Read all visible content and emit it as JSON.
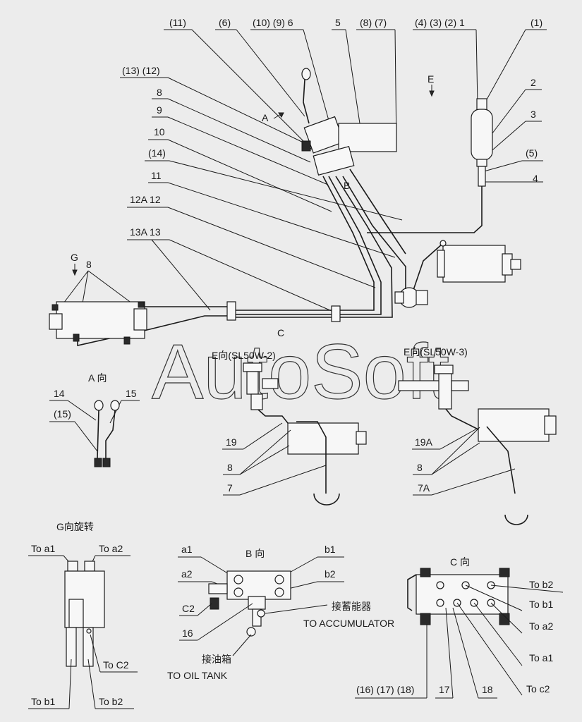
{
  "callouts": {
    "c11": "(11)",
    "c6": "(6)",
    "c10_9_6": "(10) (9) 6",
    "c5": "5",
    "c8_7": "(8) (7)",
    "c4_3_2_1": "(4) (3) (2) 1",
    "c1p": "(1)",
    "c13_12": "(13) (12)",
    "c8a": "8",
    "c9": "9",
    "c10": "10",
    "c14p": "(14)",
    "c11b": "11",
    "c12A_12": "12A 12",
    "c13A_13": "13A 13",
    "c2": "2",
    "c3": "3",
    "c5p": "(5)",
    "c4": "4",
    "viewA_arrow": "A",
    "viewB_arrow": "B",
    "viewC_arrow": "C",
    "viewE_arrow": "E",
    "viewG_arrow": "G",
    "c8g": "8"
  },
  "watermark": "AutoSoft",
  "views": {
    "a_title": "A 向",
    "a14": "14",
    "a15": "15",
    "a15p": "(15)",
    "e2_title": "E向(SL50W-2)",
    "e2_19": "19",
    "e2_8": "8",
    "e2_7": "7",
    "e3_title": "E向(SL50W-3)",
    "e3_19A": "19A",
    "e3_8": "8",
    "e3_7A": "7A",
    "g_title": "G向旋转",
    "g_a1": "To  a1",
    "g_a2": "To  a2",
    "g_c2": "To  C2",
    "g_b1": "To  b1",
    "g_b2": "To  b2",
    "b_title": "B 向",
    "b_a1": "a1",
    "b_a2": "a2",
    "b_b1": "b1",
    "b_b2": "b2",
    "b_c2": "C2",
    "b_16": "16",
    "b_acc_cn": "接蓄能器",
    "b_acc_en": "TO ACCUMULATOR",
    "b_tank_cn": "接油箱",
    "b_tank_en": "TO OIL TANK",
    "c_title": "C 向",
    "c_b2": "To  b2",
    "c_b1": "To  b1",
    "c_a2": "To  a2",
    "c_a1": "To  a1",
    "c_c2": "To  c2",
    "c_161718": "(16) (17) (18)",
    "c_17": "17",
    "c_18": "18"
  }
}
